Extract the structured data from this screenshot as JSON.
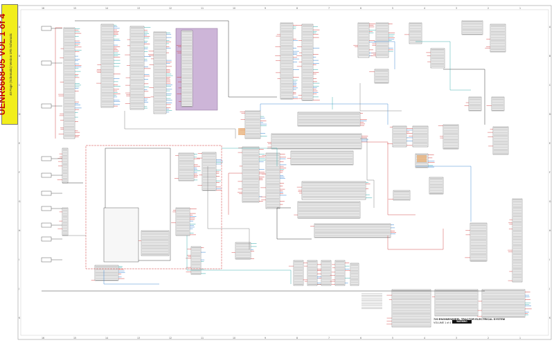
{
  "document": {
    "id_tab": "UENR5668-05 VOL 1 of 4",
    "id_tab_sub": "40 Page (Schematic) Version 1R5 Schematic",
    "title_block": {
      "line1": "720 ENGINE/WHEEL TRACTOR ELECTRICAL SYSTEM",
      "line2": "VOLUME 1 of 4",
      "warning_label": "WARNING"
    },
    "border_zones_top": [
      "16",
      "15",
      "14",
      "13",
      "12",
      "11",
      "10",
      "9",
      "8",
      "7",
      "6",
      "5",
      "4",
      "3",
      "2",
      "1"
    ],
    "border_zones_side": [
      "A",
      "B",
      "C",
      "D",
      "E",
      "F",
      "G",
      "H",
      "I",
      "J",
      "K"
    ]
  },
  "colors": {
    "tab_yellow": "#f2ee1c",
    "tab_text_red": "#c00000",
    "purple_block": "#cdb5d8",
    "wire_red": "#d03a3a",
    "wire_blue": "#2f7fd0",
    "wire_teal": "#2aa7a7",
    "wire_black": "#222222",
    "wire_gray": "#777777",
    "highlight_orange": "#e8b27a"
  }
}
